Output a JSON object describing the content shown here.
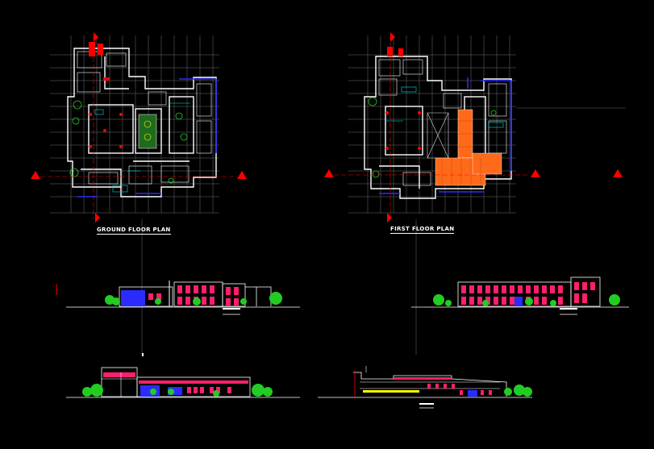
{
  "drawing": {
    "background": "#000000",
    "labels": {
      "ground_floor": "GROUND FLOOR PLAN",
      "first_floor": "FIRST FLOOR PLAN"
    },
    "colors": {
      "grid": "#7a7a7a",
      "wall": "#ffffff",
      "section_marker": "#ff0000",
      "glazing": "#2b2bff",
      "tree": "#22cc22",
      "roof_fill": "#ff6a1a",
      "facade_accent": "#ff1f6e",
      "furniture": "#00e5e5",
      "yellow": "#ffff00"
    },
    "views": [
      {
        "id": "ground-floor-plan",
        "type": "plan"
      },
      {
        "id": "first-floor-plan",
        "type": "plan"
      },
      {
        "id": "front-elevation",
        "type": "elevation"
      },
      {
        "id": "rear-elevation",
        "type": "elevation"
      },
      {
        "id": "side-elevation",
        "type": "elevation"
      },
      {
        "id": "longitudinal-section",
        "type": "section"
      }
    ]
  }
}
